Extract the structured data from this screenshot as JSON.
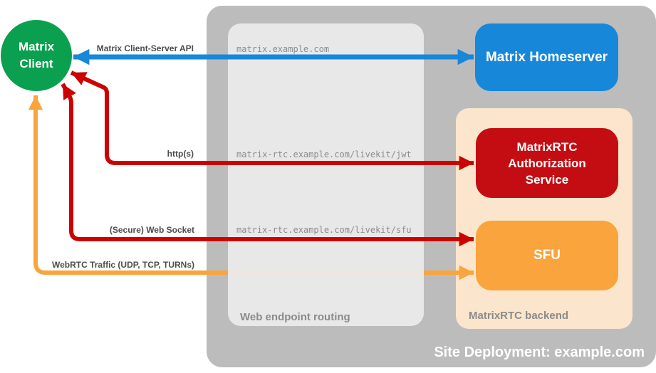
{
  "nodes": {
    "client": "Matrix Client",
    "homeserver": "Matrix Homeserver",
    "auth_service": "MatrixRTC Authorization Service",
    "sfu": "SFU"
  },
  "deployment": {
    "label": "Site Deployment: example.com"
  },
  "routing": {
    "label": "Web endpoint routing",
    "endpoints": {
      "homeserver": "matrix.example.com",
      "jwt": "matrix-rtc.example.com/livekit/jwt",
      "sfu": "matrix-rtc.example.com/livekit/sfu"
    }
  },
  "backend": {
    "label": "MatrixRTC backend"
  },
  "connections": {
    "client_server_api": "Matrix Client-Server API",
    "https": "http(s)",
    "websocket": "(Secure) Web Socket",
    "webrtc": "WebRTC Traffic (UDP, TCP, TURNs)"
  },
  "colors": {
    "client_green": "#0aa04f",
    "homeserver_blue": "#1787da",
    "auth_red": "#c40d12",
    "arrow_red": "#cc0202",
    "sfu_orange": "#f9a43c",
    "backend_peach": "#fbe5cc",
    "deployment_gray": "#bcbcbc",
    "routing_gray": "#ececec"
  }
}
